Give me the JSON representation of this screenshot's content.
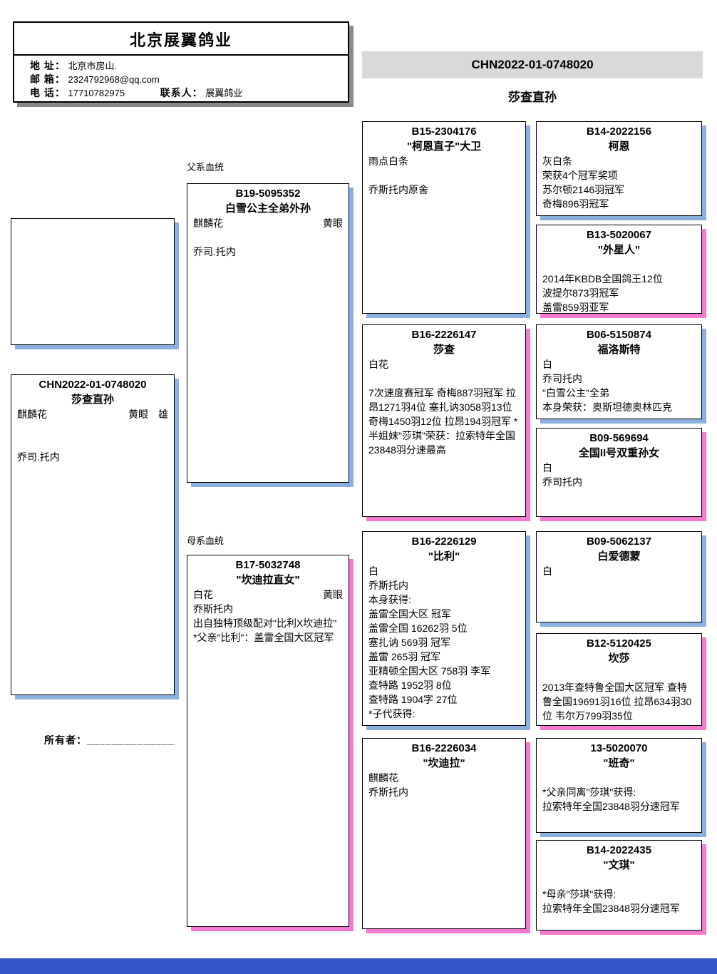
{
  "letterhead": {
    "company": "北京展翼鸽业",
    "address_label": "地 址：",
    "address": "北京市房山.",
    "email_label": "邮 箱：",
    "email": "2324792968@qq.com",
    "phone_label": "电 话：",
    "phone": "17710782975",
    "contact_label": "联系人：",
    "contact": "展翼鸽业"
  },
  "banner": {
    "ring": "CHN2022-01-0748020"
  },
  "subtitle": "莎查直孙",
  "labels": {
    "father_line": "父系血统",
    "mother_line": "母系血统",
    "owner": "所有者：______________"
  },
  "subject": {
    "ring": "CHN2022-01-0748020",
    "name": "莎查直孙",
    "left": "麒麟花",
    "right": "黄眼　雄",
    "body": "\n\n乔司.托内"
  },
  "father": {
    "ring": "B19-5095352",
    "name": "白雪公主全弟外孙",
    "left": "麒麟花",
    "right": "黄眼",
    "body": "\n乔司.托内"
  },
  "mother": {
    "ring": "B17-5032748",
    "name": "\"坎迪拉直女\"",
    "left": "白花",
    "right": "黄眼",
    "body": "乔斯托内\n出自独特顶级配对\"比利X坎迪拉\"\n*父亲\"比利\"：盖雷全国大区冠军"
  },
  "gen3": [
    {
      "ring": "B15-2304176",
      "name": "\"柯恩直子\"大卫",
      "body": "雨点白条\n\n乔斯托内原舍"
    },
    {
      "ring": "B16-2226147",
      "name": "莎查",
      "body": "白花\n\n7次速度赛冠军 奇梅887羽冠军 拉昂1271羽4位 塞扎讷3058羽13位 奇梅1450羽12位 拉昂194羽冠军 *半姐妹\"莎琪\"荣获：拉索特年全国23848羽分速最高"
    },
    {
      "ring": "B16-2226129",
      "name": "\"比利\"",
      "body": "白\n乔斯托内\n本身获得:\n盖雷全国大区 冠军\n盖雷全国 16262羽 5位\n塞扎讷 569羽 冠军\n盖雷 265羽 冠军\n亚精顿全国大区 758羽 李军\n查特路 1952羽 8位\n查特路 1904字 27位\n*子代获得:"
    },
    {
      "ring": "B16-2226034",
      "name": "\"坎迪拉\"",
      "body": "麒麟花\n乔斯托内"
    }
  ],
  "gen4": [
    {
      "ring": "B14-2022156",
      "name": "柯恩",
      "body": "灰白条\n荣获4个冠军奖项\n苏尔顿2146羽冠军\n奇梅896羽冠军"
    },
    {
      "ring": "B13-5020067",
      "name": "\"外星人\"",
      "body": "\n2014年KBDB全国鸽王12位\n波提尔873羽冠军\n盖雷859羽亚军"
    },
    {
      "ring": "B06-5150874",
      "name": "福洛斯特",
      "body": "白\n乔司托内\n\"白雪公主\"全弟\n本身荣获：奥斯坦德奥林匹克"
    },
    {
      "ring": "B09-569694",
      "name": "全国II号双重孙女",
      "body": "白\n乔司托内"
    },
    {
      "ring": "B09-5062137",
      "name": "白爱德蒙",
      "body": "白"
    },
    {
      "ring": "B12-5120425",
      "name": "坎莎",
      "body": "\n2013年查特鲁全国大区冠军 查特鲁全国19691羽16位 拉昂634羽30位 韦尔万799羽35位"
    },
    {
      "ring": "13-5020070",
      "name": "\"班奇\"",
      "body": "\n*父亲同离\"莎琪\"获得:\n拉索特年全国23848羽分速冠军"
    },
    {
      "ring": "B14-2022435",
      "name": "\"文琪\"",
      "body": "\n*母亲\"莎琪\"获得:\n拉索特年全国23848羽分速冠军"
    }
  ],
  "colors": {
    "blue_shadow": "#8ab0e0",
    "pink_shadow": "#f479d0",
    "footer_blue": "#3354c8",
    "banner_gray": "#d9d9d9"
  }
}
